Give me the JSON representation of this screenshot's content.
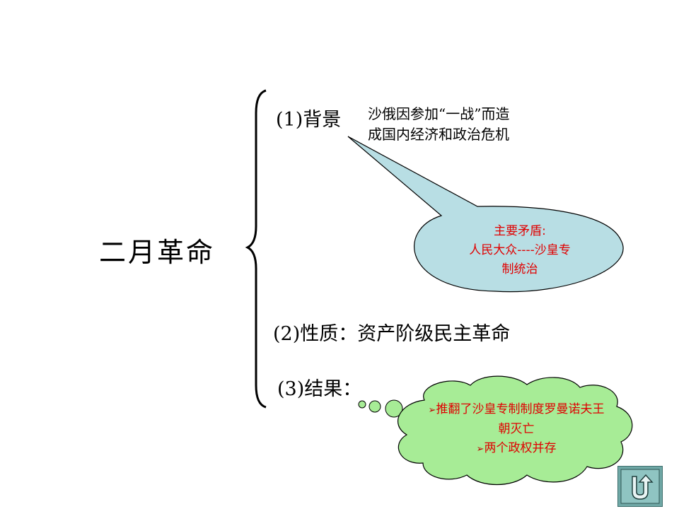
{
  "title": "二月革命",
  "background": {
    "label": "(1)背景",
    "detail_lines": [
      "沙俄因参加“一战”而造",
      "成国内经济和政治危机"
    ],
    "callout_lines": [
      "主要矛盾:",
      "人民大众----沙皇专",
      "制统治"
    ]
  },
  "nature": {
    "label": "(2)性质",
    "value": "资产阶级民主革命"
  },
  "result": {
    "label": "(3)结果",
    "items": [
      "推翻了沙皇专制制度罗曼诺夫王朝灭亡",
      "两个政权并存"
    ]
  },
  "colors": {
    "oval_fill": "#b8dee4",
    "cloud_fill": "#a7ec96",
    "callout_text": "#e00000",
    "button_fill": "#6fa8a6"
  },
  "icons": {
    "item_marker": "arrow-bullet-icon",
    "return_button": "return-u-turn-icon"
  }
}
